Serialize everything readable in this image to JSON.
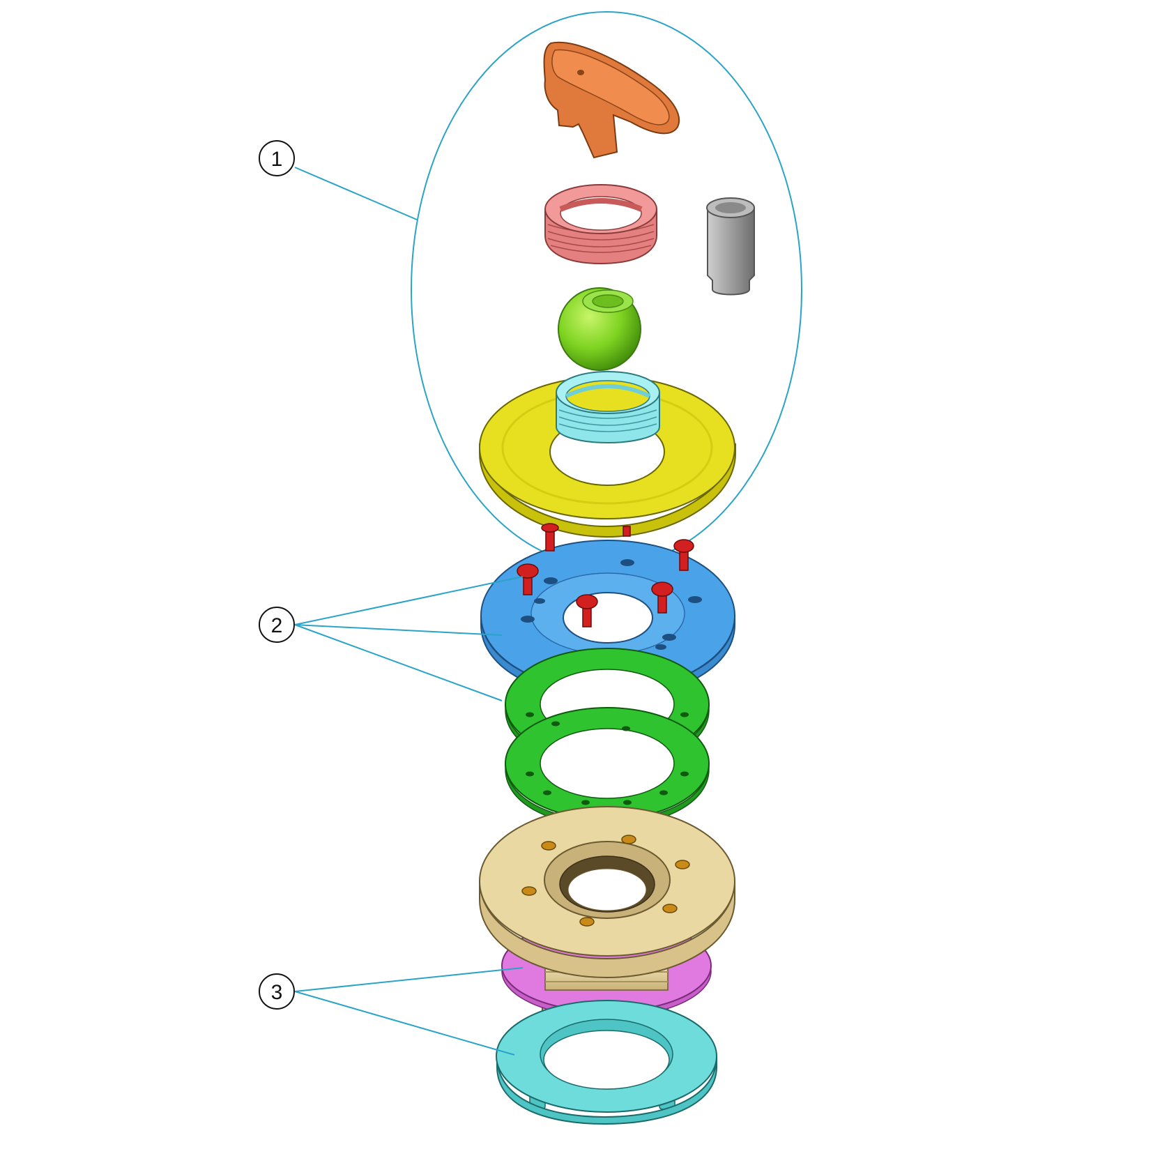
{
  "callouts": [
    {
      "number": "1"
    },
    {
      "number": "2"
    },
    {
      "number": "3"
    }
  ],
  "colors": {
    "leader_line": "#2aa3c9",
    "handle": "#e07a3c",
    "threaded_ring_pink": "#ef8a8a",
    "spacer_grey": "#b9b9b9",
    "ball": "#7ed321",
    "insert_ring": "#8fe6ea",
    "faceplate": "#e6e020",
    "screws": "#d21f1f",
    "flange_blue": "#4aa3e8",
    "gasket": "#2fc42f",
    "body_tan": "#ead8a3",
    "gasket_pink": "#e07ae0",
    "lock_nut": "#6fdcdc"
  },
  "icons": [
    "handle-icon",
    "threaded-ring-icon",
    "spacer-icon",
    "ball-icon",
    "insert-ring-icon",
    "faceplate-icon",
    "screw-icon",
    "flange-icon",
    "gasket-icon",
    "body-icon",
    "lock-nut-icon"
  ]
}
